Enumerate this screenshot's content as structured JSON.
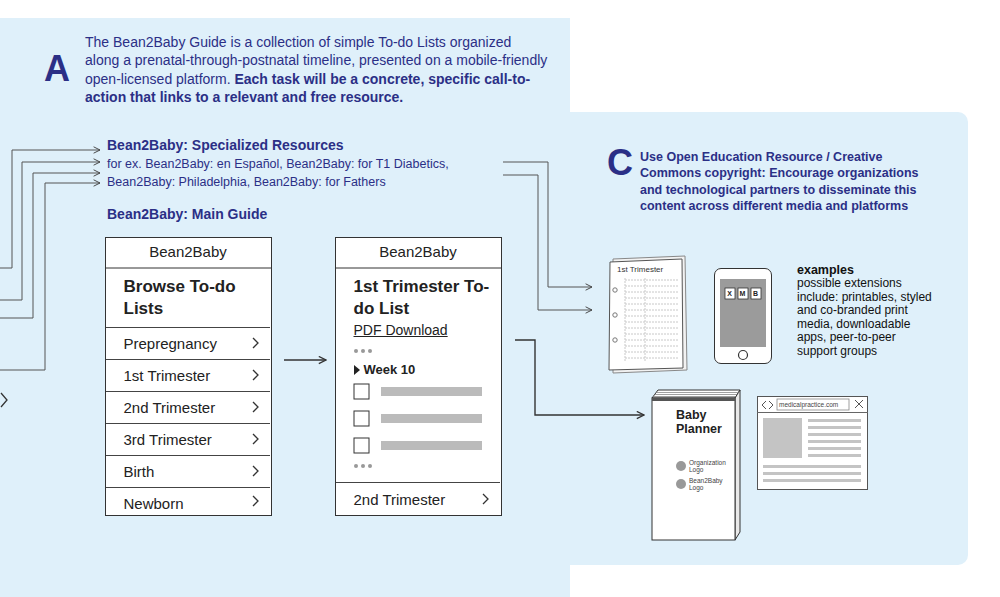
{
  "diagram": {
    "nodes": [
      {
        "text": [
          "A",
          "The Bean2Baby Guide is a collection of simple To-do Lists organized along a prenatal-through-postnatal timeline, presented on a mobile-friendly open-licensed platform.",
          "Each task will be a concrete, specific call-to-action that links to a relevant and free resource.",
          "Bean2Baby: Specialized Resources",
          "for ex. Bean2Baby: en Español, Bean2Baby: for T1 Diabetics, Bean2Baby: Philadelphia, Bean2Baby: for Fathers",
          "Bean2Baby: Main Guide"
        ]
      },
      {
        "text": [
          "Bean2Baby",
          "Browse To-do Lists"
        ],
        "in": 0
      },
      {
        "text": [
          "Prepregnancy"
        ],
        "in": 1
      },
      {
        "text": [
          "1st Trimester"
        ],
        "in": 1
      },
      {
        "text": [
          "2nd Trimester"
        ],
        "in": 1
      },
      {
        "text": [
          "3rd Trimester"
        ],
        "in": 1
      },
      {
        "text": [
          "Birth"
        ],
        "in": 1
      },
      {
        "text": [
          "Newborn"
        ],
        "in": 1
      },
      {
        "text": [
          "Bean2Baby",
          "1st Trimester To-do List",
          "PDF Download",
          "Week 10"
        ],
        "in": 0
      },
      {
        "text": [
          "2nd Trimester"
        ],
        "in": 8
      },
      {
        "text": [
          "C",
          "Use Open Education Resource / Creative Commons copyright: Encourage organizations and technological partners to disseminate this content across different media and platforms",
          "examples",
          "possible extensions include: printables, styled and co-branded print media, downloadable apps, peer-to-peer support groups"
        ]
      },
      {
        "text": [
          "1st Trimester"
        ],
        "in": 10
      },
      {
        "text": [
          "X",
          "M",
          "B"
        ],
        "in": 10
      },
      {
        "text": [
          "Baby Planner",
          "Organization Logo",
          "Bean2Baby Logo"
        ],
        "in": 10
      },
      {
        "text": [
          "medicalpractice.com"
        ],
        "in": 10
      }
    ],
    "edges": [
      {
        "from": 1,
        "to": 8,
        "arrow": "to"
      },
      {
        "from": 8,
        "to": 13,
        "arrow": "to"
      }
    ]
  }
}
